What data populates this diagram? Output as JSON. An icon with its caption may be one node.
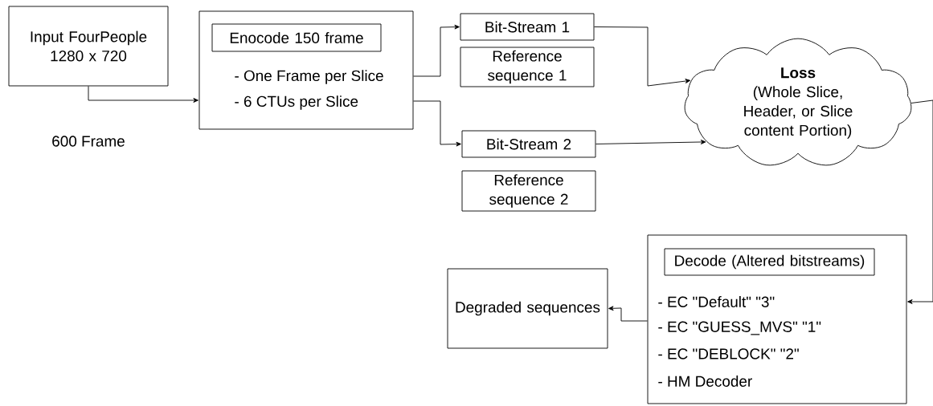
{
  "diagram": {
    "nodes": [
      {
        "text": [
          "Input FourPeople 1280 x 720"
        ]
      },
      {
        "text": [
          "- One Frame per Slice",
          "- 6 CTUs per Slice"
        ]
      },
      {
        "text": [
          "Enocode 150 frame"
        ],
        "in": 1
      },
      {
        "text": [
          "Bit-Stream 1"
        ]
      },
      {
        "text": [
          "Reference sequence 1"
        ]
      },
      {
        "text": [
          "Bit-Stream 2"
        ]
      },
      {
        "text": [
          "Reference sequence 2"
        ]
      },
      {
        "text": [
          "Loss",
          "(Whole Slice, Header, or Slice content Portion)"
        ]
      },
      {
        "text": [
          "- EC \"Default\" \"3\"",
          "- EC \"GUESS_MVS\" \"1\"",
          "- EC \"DEBLOCK\" \"2\"",
          "- HM Decoder"
        ]
      },
      {
        "text": [
          "Decode (Altered bitstreams)"
        ],
        "in": 8
      },
      {
        "text": [
          "Degraded sequences"
        ]
      }
    ],
    "edges": [
      {
        "from": 0,
        "to": 1,
        "arrow": "to"
      },
      {
        "from": 1,
        "to": 3,
        "arrow": "to"
      },
      {
        "from": 1,
        "to": 5,
        "arrow": "to"
      },
      {
        "from": 3,
        "to": 7,
        "arrow": "to"
      },
      {
        "from": 5,
        "to": 7,
        "arrow": "to"
      },
      {
        "from": 7,
        "to": 8,
        "arrow": "to"
      },
      {
        "from": 8,
        "to": 10,
        "arrow": "to"
      }
    ],
    "labels": [
      "600 Frame"
    ]
  }
}
